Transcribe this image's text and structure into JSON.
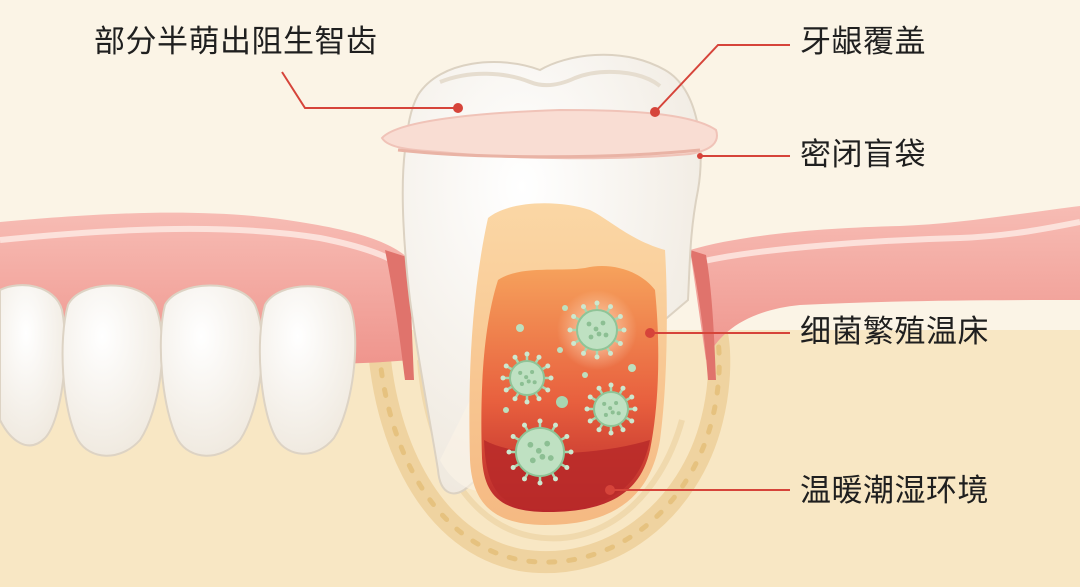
{
  "labels": {
    "partial_erupted_wisdom_tooth": "部分半萌出阻生智齿",
    "gum_covering": "牙龈覆盖",
    "closed_pouch": "密闭盲袋",
    "bacteria_breeding_ground": "细菌繁殖温床",
    "warm_humid_environment": "温暖潮湿环境"
  },
  "colors": {
    "background": "#fbf4e6",
    "gum": "#f3a7a0",
    "gum_dark": "#e0736c",
    "tooth": "#fbfaf6",
    "pocket_orange": "#f6b97a",
    "pocket_red": "#e0553a",
    "bacteria": "#a9d6b0",
    "leader_line": "#d6443a"
  },
  "icons": {
    "bacteria": "virus-cell-icon",
    "leader_dot": "red-dot-icon"
  }
}
